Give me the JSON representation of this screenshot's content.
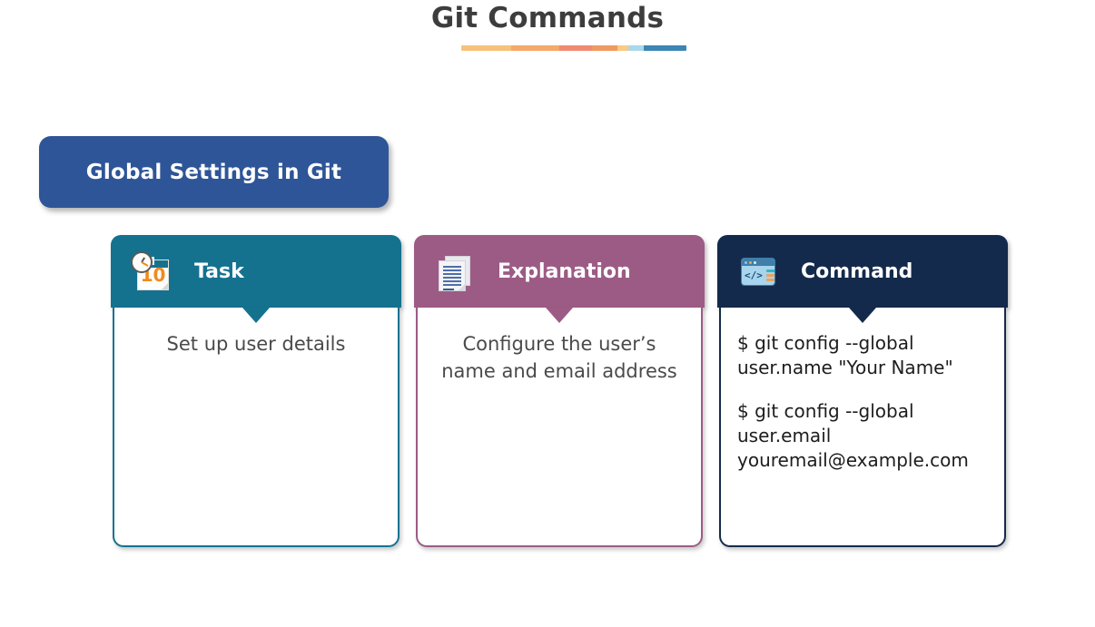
{
  "slide": {
    "title": "Git Commands",
    "title_rule": [
      {
        "color": "#f7c17b",
        "width": 26
      },
      {
        "color": "#f5a96a",
        "width": 25
      },
      {
        "color": "#f18a72",
        "width": 17
      },
      {
        "color": "#f09a62",
        "width": 13
      },
      {
        "color": "#fbc97f",
        "width": 6
      },
      {
        "color": "#a9d8e8",
        "width": 8
      },
      {
        "color": "#3b86b5",
        "width": 22
      }
    ]
  },
  "section": {
    "label": "Global Settings in Git",
    "background": "#2e5597",
    "text_color": "#ffffff"
  },
  "cards": [
    {
      "key": "task",
      "header_title": "Task",
      "icon": "calendar-clock-icon",
      "color": "#14728f",
      "align": "center",
      "lines": [
        "Set up user details"
      ]
    },
    {
      "key": "explanation",
      "header_title": "Explanation",
      "icon": "documents-icon",
      "color": "#9c5b85",
      "align": "center",
      "lines": [
        "Configure the user’s name and email address"
      ]
    },
    {
      "key": "command",
      "header_title": "Command",
      "icon": "code-window-icon",
      "color": "#142a4c",
      "align": "left",
      "lines": [
        "$ git config --global user.name \"Your Name\"",
        "$ git config --global user.email youremail@example.com"
      ]
    }
  ],
  "icons": {
    "calendar_day": "10",
    "code_glyph": "</>"
  }
}
